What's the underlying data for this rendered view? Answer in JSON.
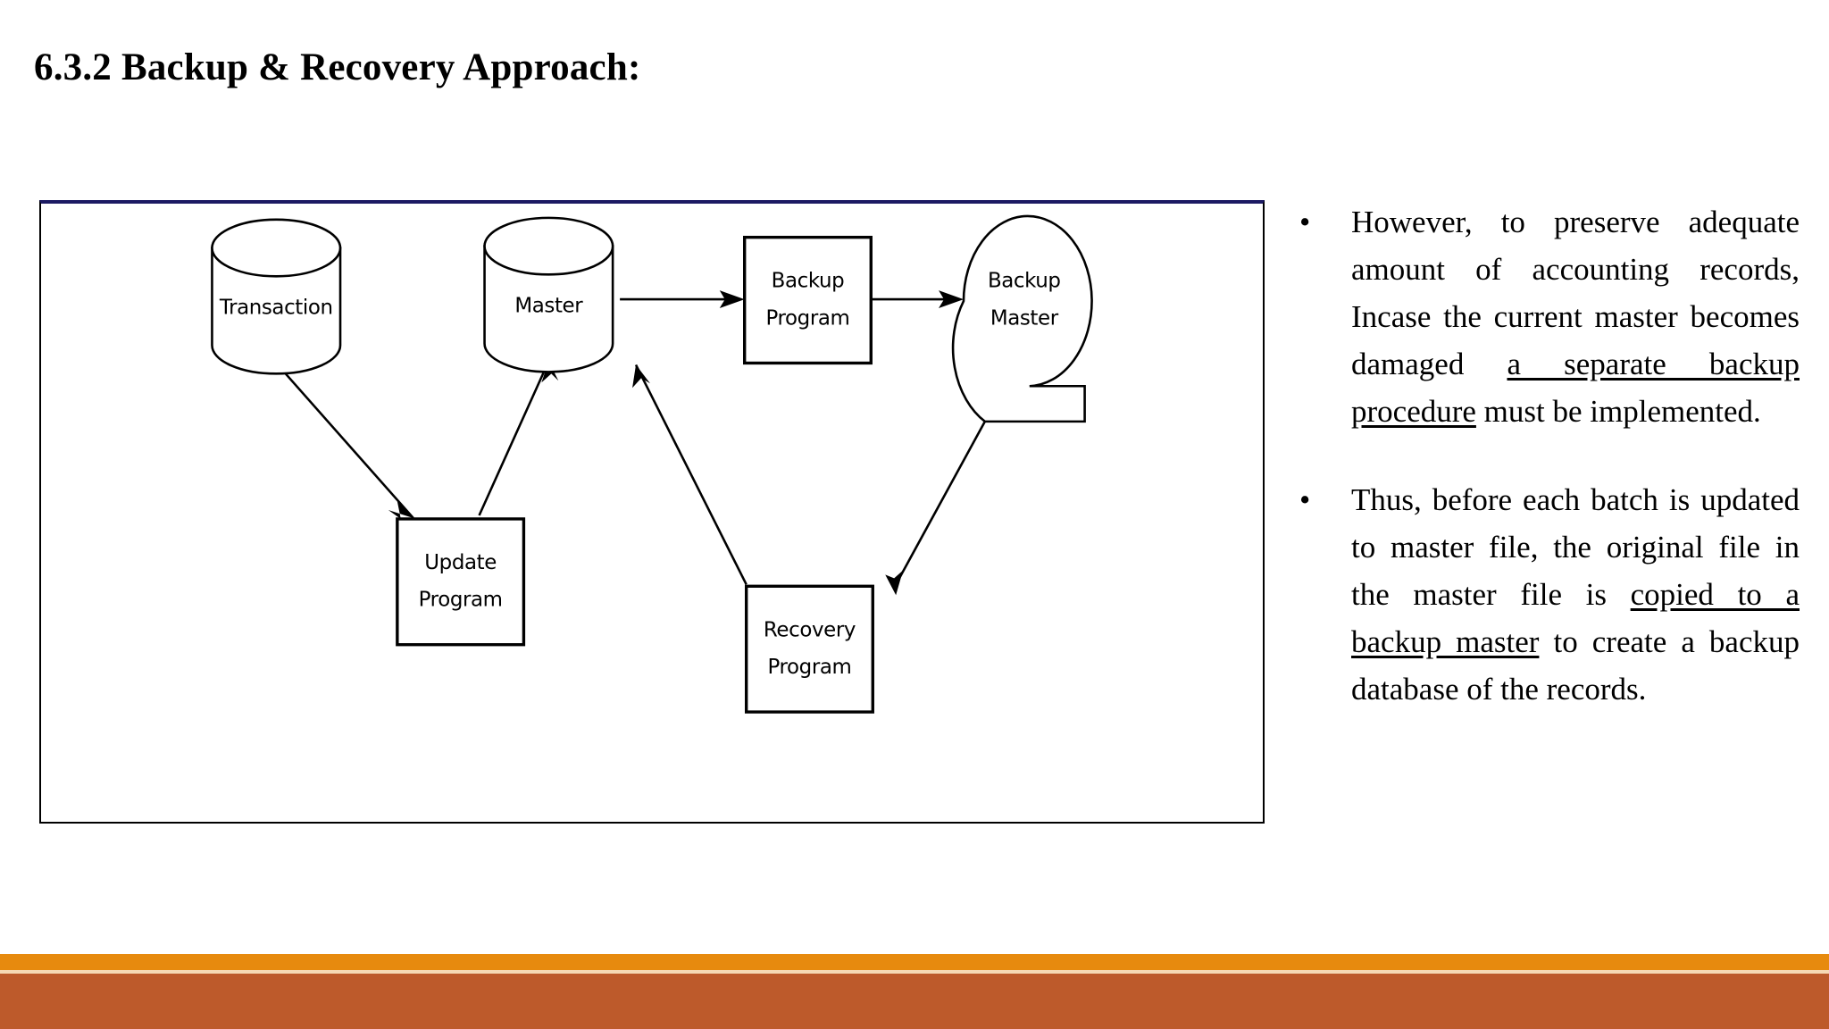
{
  "slide": {
    "title": "6.3.2 Backup & Recovery Approach:",
    "background_color": "#ffffff"
  },
  "diagram": {
    "name": "backup-and-recovery-flowchart",
    "frame": {
      "border_color": "#000000",
      "top_border_color": "#1c1a63"
    },
    "nodes": [
      {
        "id": "transaction",
        "type": "cylinder",
        "label_line1": "Transaction",
        "label_line2": ""
      },
      {
        "id": "master",
        "type": "cylinder",
        "label_line1": "Master",
        "label_line2": ""
      },
      {
        "id": "backup-program",
        "type": "process-box",
        "label_line1": "Backup",
        "label_line2": "Program"
      },
      {
        "id": "backup-master",
        "type": "magnetic-tape",
        "label_line1": "Backup",
        "label_line2": "Master"
      },
      {
        "id": "update-program",
        "type": "process-box",
        "label_line1": "Update",
        "label_line2": "Program"
      },
      {
        "id": "recovery-program",
        "type": "process-box",
        "label_line1": "Recovery",
        "label_line2": "Program"
      }
    ],
    "edges": [
      {
        "from": "transaction",
        "to": "update-program"
      },
      {
        "from": "update-program",
        "to": "master"
      },
      {
        "from": "master",
        "to": "backup-program"
      },
      {
        "from": "backup-program",
        "to": "backup-master"
      },
      {
        "from": "master",
        "to": "recovery-program"
      },
      {
        "from": "backup-master",
        "to": "recovery-program"
      },
      {
        "from": "recovery-program",
        "to": "master"
      }
    ]
  },
  "bullets": [
    {
      "marker": "•",
      "text_before": "However, to preserve adequate amount of accounting records, Incase the current master becomes damaged ",
      "text_underlined": "a separate backup procedure",
      "text_after": " must be implemented."
    },
    {
      "marker": "•",
      "text_before": "Thus, before each batch is updated to master file, the original file in the master file is ",
      "text_underlined": "copied to a backup master",
      "text_after": " to create a backup database of the records."
    }
  ],
  "footer_bands": {
    "orange": "#e78a0e",
    "divider": "#f6d9b4",
    "terracotta": "#bd5a2b"
  }
}
